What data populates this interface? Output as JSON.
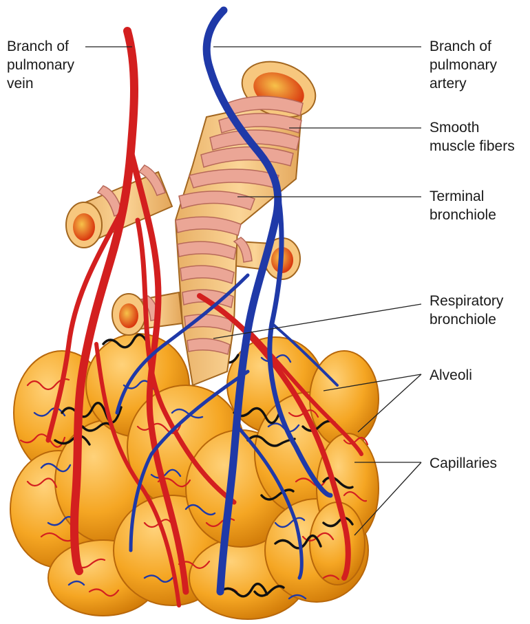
{
  "labels": {
    "pulmonary_vein": [
      "Branch of",
      "pulmonary",
      "vein"
    ],
    "pulmonary_artery": [
      "Branch of",
      "pulmonary",
      "artery"
    ],
    "smooth_muscle": [
      "Smooth",
      "muscle fibers"
    ],
    "terminal_bronchiole": [
      "Terminal",
      "bronchiole"
    ],
    "respiratory_bronchiole": [
      "Respiratory",
      "bronchiole"
    ],
    "alveoli": [
      "Alveoli"
    ],
    "capillaries": [
      "Capillaries"
    ]
  },
  "colors": {
    "alveolus_fill": "#f5a623",
    "alveolus_edge": "#c26a00",
    "airway_fill": "#f7c77e",
    "airway_edge": "#a2661f",
    "muscle_band": "#e8a090",
    "lumen": "#e8571a",
    "vein_red": "#d31f1f",
    "artery_blue": "#1f39a8",
    "capillary_black": "#111111"
  }
}
